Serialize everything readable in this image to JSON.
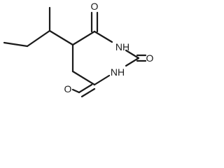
{
  "structure": {
    "atoms": {
      "o_top": "O",
      "nh_right": "NH",
      "o_right": "O",
      "nh_bottom": "NH",
      "o_left": "O"
    }
  },
  "colors": {
    "ink": "#1a1a1a",
    "background": "#ffffff"
  }
}
